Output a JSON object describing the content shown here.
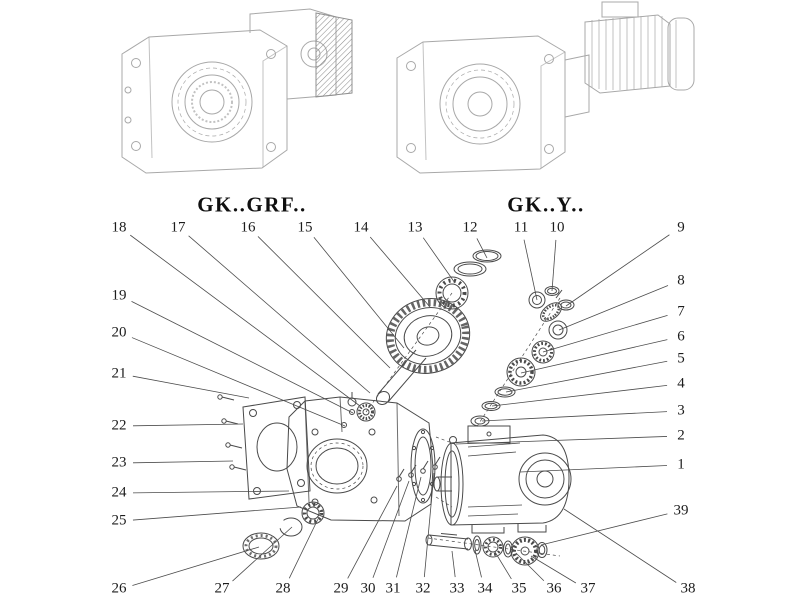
{
  "models": [
    {
      "label": "GK..GRF.."
    },
    {
      "label": "GK..Y.."
    }
  ],
  "callouts": [
    "1",
    "2",
    "3",
    "4",
    "5",
    "6",
    "7",
    "8",
    "9",
    "10",
    "11",
    "12",
    "13",
    "14",
    "15",
    "16",
    "17",
    "18",
    "19",
    "20",
    "21",
    "22",
    "23",
    "24",
    "25",
    "26",
    "27",
    "28",
    "29",
    "30",
    "31",
    "32",
    "33",
    "34",
    "35",
    "36",
    "37",
    "38",
    "39"
  ],
  "colors": {
    "line_dark": "#4a4a4a",
    "line_light": "#a8a8a8",
    "text": "#1c1c1c",
    "background": "#ffffff"
  }
}
